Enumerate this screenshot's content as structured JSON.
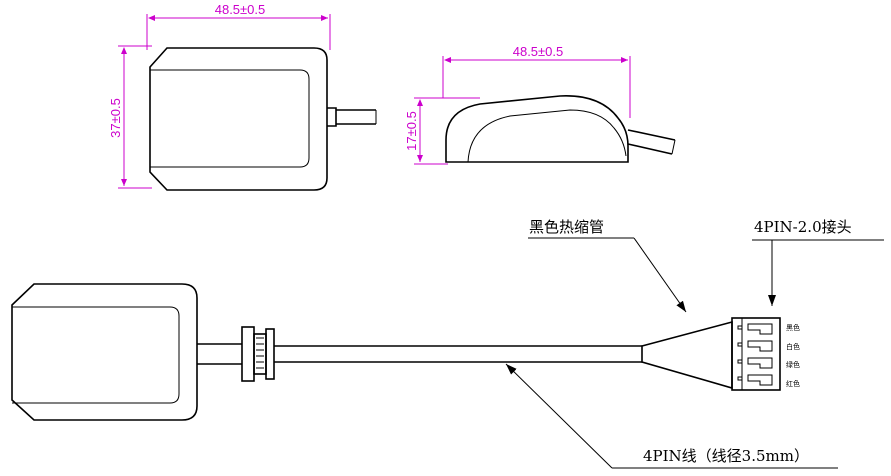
{
  "dimensions": {
    "top_width": "48.5±0.5",
    "top_height": "37±0.5",
    "side_width": "48.5±0.5",
    "side_height": "17±0.5"
  },
  "labels": {
    "heat_shrink": "黑色热缩管",
    "connector": "4PIN-2.0接头",
    "cable": "4PIN线（线径3.5mm）"
  },
  "wire_colors": [
    "黑色",
    "白色",
    "绿色",
    "红色"
  ],
  "colors": {
    "drawing": "#000000",
    "dimension": "#cc00cc"
  }
}
